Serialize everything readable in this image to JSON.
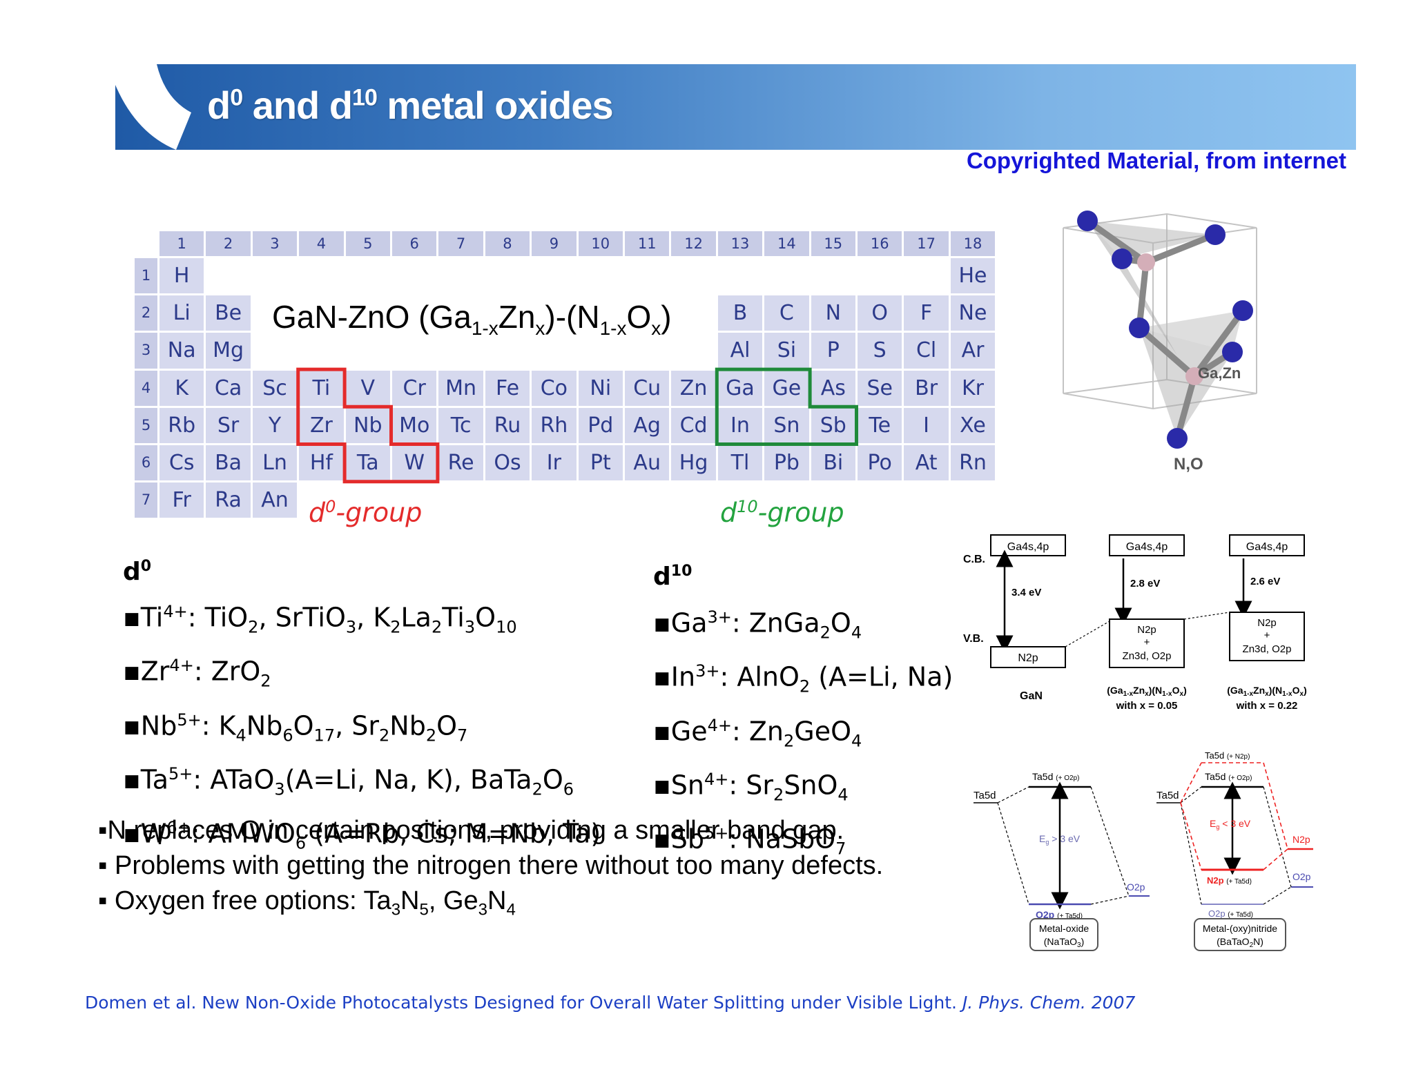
{
  "slide": {
    "title_prefix": "d",
    "title_sup1": "0",
    "title_mid": " and d",
    "title_sup2": "10",
    "title_suffix": " metal oxides",
    "copyright": "Copyrighted Material, from internet"
  },
  "periodic_table": {
    "formula_parts": [
      "GaN-ZnO (Ga",
      "1-x",
      "Zn",
      "x",
      ")-(N",
      "1-x",
      "O",
      "x",
      ")"
    ],
    "d0_label": "-group",
    "d10_label": "-group",
    "d0_sup": "0",
    "d10_sup": "10",
    "group_numbers": [
      "1",
      "2",
      "3",
      "4",
      "5",
      "6",
      "7",
      "8",
      "9",
      "10",
      "11",
      "12",
      "13",
      "14",
      "15",
      "16",
      "17",
      "18"
    ],
    "period_numbers": [
      "1",
      "2",
      "3",
      "4",
      "5",
      "6",
      "7"
    ],
    "rows": [
      [
        "H",
        "",
        "",
        "",
        "",
        "",
        "",
        "",
        "",
        "",
        "",
        "",
        "",
        "",
        "",
        "",
        "",
        "He"
      ],
      [
        "Li",
        "Be",
        "",
        "",
        "",
        "",
        "",
        "",
        "",
        "",
        "",
        "",
        "B",
        "C",
        "N",
        "O",
        "F",
        "Ne"
      ],
      [
        "Na",
        "Mg",
        "",
        "",
        "",
        "",
        "",
        "",
        "",
        "",
        "",
        "",
        "Al",
        "Si",
        "P",
        "S",
        "Cl",
        "Ar"
      ],
      [
        "K",
        "Ca",
        "Sc",
        "Ti",
        "V",
        "Cr",
        "Mn",
        "Fe",
        "Co",
        "Ni",
        "Cu",
        "Zn",
        "Ga",
        "Ge",
        "As",
        "Se",
        "Br",
        "Kr"
      ],
      [
        "Rb",
        "Sr",
        "Y",
        "Zr",
        "Nb",
        "Mo",
        "Tc",
        "Ru",
        "Rh",
        "Pd",
        "Ag",
        "Cd",
        "In",
        "Sn",
        "Sb",
        "Te",
        "I",
        "Xe"
      ],
      [
        "Cs",
        "Ba",
        "Ln",
        "Hf",
        "Ta",
        "W",
        "Re",
        "Os",
        "Ir",
        "Pt",
        "Au",
        "Hg",
        "Tl",
        "Pb",
        "Bi",
        "Po",
        "At",
        "Rn"
      ],
      [
        "Fr",
        "Ra",
        "An",
        "",
        "",
        "",
        "",
        "",
        "",
        "",
        "",
        "",
        "",
        "",
        "",
        "",
        "",
        ""
      ]
    ],
    "d0_color": "#e42b2b",
    "d10_color": "#1f8a3a"
  },
  "crystal": {
    "label_cation": "Ga,Zn",
    "label_anion": "N,O"
  },
  "d0": {
    "head": "d",
    "head_sup": "0",
    "items": [
      {
        "ion": "Ti",
        "charge": "4+",
        "parts": [
          ": TiO",
          "2",
          ", SrTiO",
          "3",
          ",  K",
          "2",
          "La",
          "2",
          "Ti",
          "3",
          "O",
          "10"
        ]
      },
      {
        "ion": "Zr",
        "charge": "4+",
        "parts": [
          ": ZrO",
          "2"
        ]
      },
      {
        "ion": "Nb",
        "charge": "5+",
        "parts": [
          ": K",
          "4",
          "Nb",
          "6",
          "O",
          "17",
          ", Sr",
          "2",
          "Nb",
          "2",
          "O",
          "7"
        ]
      },
      {
        "ion": "Ta",
        "charge": "5+",
        "parts": [
          ": ATaO",
          "3",
          "(A=Li, Na, K), BaTa",
          "2",
          "O",
          "6"
        ]
      },
      {
        "ion": "W",
        "charge": "6+",
        "parts": [
          ": AMWO",
          "6",
          " (A=Rb, Cs; M=Nb, Ta)"
        ]
      }
    ]
  },
  "d10": {
    "head": "d",
    "head_sup": "10",
    "items": [
      {
        "ion": "Ga",
        "charge": "3+",
        "parts": [
          ": ZnGa",
          "2",
          "O",
          "4"
        ]
      },
      {
        "ion": "In",
        "charge": "3+",
        "parts": [
          ": AlnO",
          "2",
          " (A=Li, Na)"
        ]
      },
      {
        "ion": "Ge",
        "charge": "4+",
        "parts": [
          ": Zn",
          "2",
          "GeO",
          "4"
        ]
      },
      {
        "ion": "Sn",
        "charge": "4+",
        "parts": [
          ": Sr",
          "2",
          "SnO",
          "4"
        ]
      },
      {
        "ion": "Sb",
        "charge": "5+",
        "parts": [
          ": NaSbO",
          "7"
        ]
      }
    ]
  },
  "notes": [
    {
      "parts": [
        "▪N replaces O in certain positions, providing a smaller band gap."
      ]
    },
    {
      "parts": [
        "▪ Problems with getting the nitrogen there without too many defects."
      ]
    },
    {
      "parts": [
        "▪ Oxygen free options: Ta",
        "3",
        "N",
        "5",
        ", Ge",
        "3",
        "N",
        "4"
      ]
    }
  ],
  "reference": {
    "text": "Domen et al. New Non-Oxide Photocatalysts Designed for Overall Water Splitting under Visible Light. ",
    "journal": "J. Phys. Chem. 2007"
  },
  "band_top": {
    "cb": "C.B.",
    "vb": "V.B.",
    "top_box": "Ga4s,4p",
    "gaps": [
      "3.4 eV",
      "2.8 eV",
      "2.6 eV"
    ],
    "n2p": "N2p",
    "plus": "+",
    "zn3d": "Zn3d, O2p",
    "col1_label": "GaN",
    "col_formula": "(Ga",
    "col_formula_sub1": "1-x",
    "col_formula_mid": "Zn",
    "col_formula_sub2": "x",
    "col_formula_mid2": ")(N",
    "col_formula_sub3": "1-x",
    "col_formula_mid3": "O",
    "col_formula_sub4": "x",
    "col_formula_end": ")",
    "col2_x": "with x = 0.05",
    "col3_x": "with x = 0.22"
  },
  "band_bottom": {
    "ta5d": "Ta5d",
    "ta5d_o2p": "Ta5d",
    "o2p_tag": "(+ O2p)",
    "ta5d_n2p_tag": "(+ N2p)",
    "eg1": "E",
    "eg1_rest": " > 3 eV",
    "eg2_rest": " < 3 eV",
    "eg_sub": "g",
    "o2p": "O2p",
    "ta5d_tag": "(+ Ta5d)",
    "n2p": "N2p",
    "box1_line1": "Metal-oxide",
    "box1_line2a": "(NaTaO",
    "box1_line2sub": "3",
    "box1_line2b": ")",
    "box2_line1": "Metal-(oxy)nitride",
    "box2_line2a": "(BaTaO",
    "box2_line2sub": "2",
    "box2_line2b": "N)"
  }
}
